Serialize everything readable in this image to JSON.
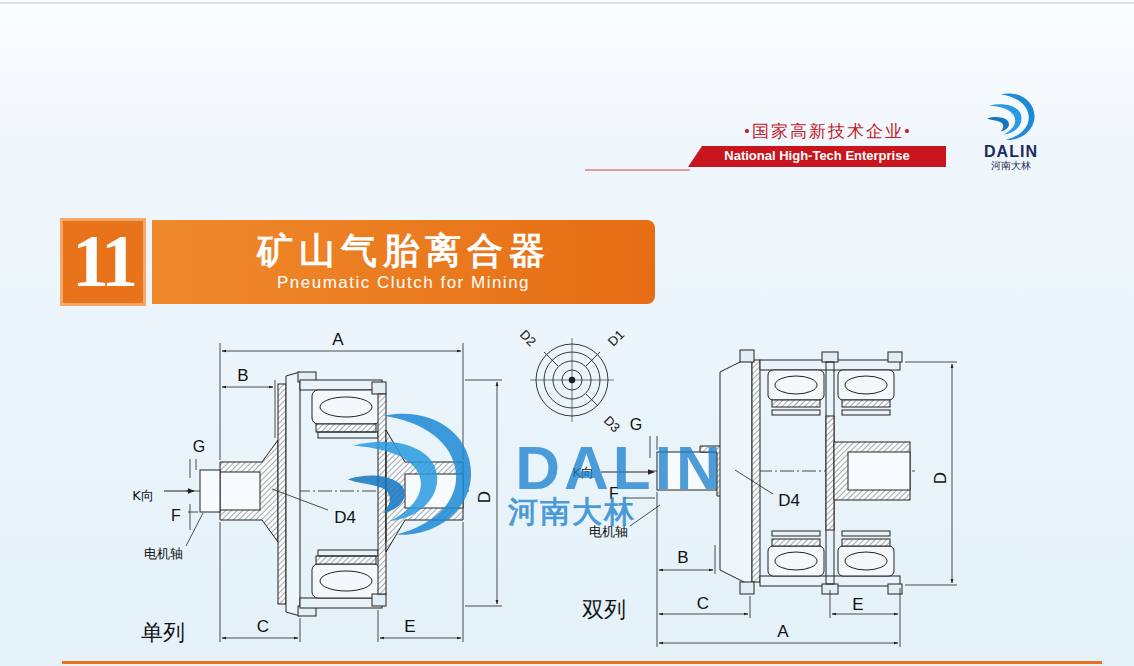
{
  "diagram": {
    "nodes": [
      {
        "text": [
          "National High-Tech Enterprise"
        ]
      },
      {
        "text": [
          "11"
        ]
      },
      {
        "text": [
          "矿山气胎离合器",
          "Pneumatic Clutch for Mining"
        ]
      }
    ],
    "labels": [
      "•国家高新技术企业•",
      "DALIN",
      "河南大林",
      "A",
      "B",
      "G",
      "K向",
      "F",
      "电机轴",
      "D4",
      "D",
      "C",
      "E",
      "单列",
      "D2",
      "D1",
      "D3",
      "G",
      "K向",
      "F",
      "电机轴",
      "D4",
      "D",
      "B",
      "C",
      "E",
      "A",
      "双列",
      "DALIN",
      "河南大林"
    ]
  }
}
